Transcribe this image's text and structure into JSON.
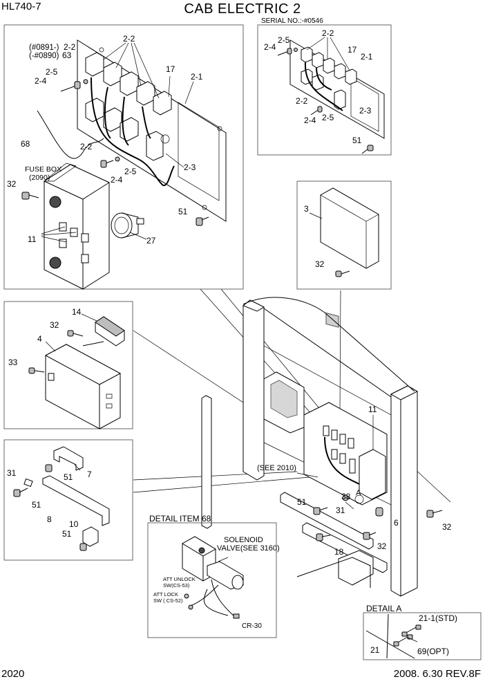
{
  "header": {
    "model": "HL740-7",
    "title": "CAB ELECTRIC 2"
  },
  "footer": {
    "page_number": "2020",
    "revision": "2008. 6.30  REV.8F"
  },
  "views": {
    "main_panel": {
      "labels": {
        "serial_range_a": "(#0891-)",
        "serial_range_b": "(-#0890)",
        "p2_2_top": "2-2",
        "p2_2_range": "2-2",
        "p63": "63",
        "p2_5": "2-5",
        "p2_4": "2-4",
        "p17": "17",
        "p2_1": "2-1",
        "p68": "68",
        "p2_2_lower": "2-2",
        "p2_3": "2-3",
        "p2_5_lower": "2-5",
        "p2_4_lower": "2-4",
        "fuse_box": "FUSE BOX",
        "fuse_box_ref": "(2090)",
        "p32": "32",
        "p11": "11",
        "p27": "27",
        "p51": "51"
      }
    },
    "serial_panel": {
      "labels": {
        "serial": "SERIAL NO.:-#0546",
        "p2_2_top": "2-2",
        "p2_5_top": "2-5",
        "p2_4_top": "2-4",
        "p17": "17",
        "p2_1": "2-1",
        "p2_2_mid": "2-2",
        "p2_3": "2-3",
        "p2_4_low": "2-4",
        "p2_5_low": "2-5",
        "p51": "51"
      }
    },
    "controller_panel": {
      "labels": {
        "p3": "3",
        "p32": "32"
      }
    },
    "module_panel": {
      "labels": {
        "p14": "14",
        "p32": "32",
        "p4": "4",
        "p33": "33"
      }
    },
    "bracket_panel": {
      "labels": {
        "p31": "31",
        "p51_a": "51",
        "p7": "7",
        "p51_b": "51",
        "p8": "8",
        "p10": "10",
        "p51_c": "51"
      }
    },
    "cab_assembly": {
      "labels": {
        "see_2010": "(SEE 2010)",
        "p11": "11",
        "p51": "51",
        "p38": "38",
        "p31": "31",
        "detail_a_mark": "A",
        "p6": "6",
        "p32_right": "32",
        "p32_low": "32",
        "p18": "18"
      }
    },
    "detail_item_68": {
      "title": "DETAIL ITEM 68",
      "solenoid_line1": "SOLENOID",
      "solenoid_line2": "VALVE(SEE 3160)",
      "att_unlock_1": "ATT UNLOCK",
      "att_unlock_2": "SW(CS-53)",
      "att_lock_1": "ATT LOCK",
      "att_lock_2": "SW ( CS-52)",
      "cr30": "CR-30"
    },
    "detail_a": {
      "title": "DETAIL A",
      "p21_1": "21-1(STD)",
      "p21": "21",
      "p69": "69(OPT)"
    }
  }
}
